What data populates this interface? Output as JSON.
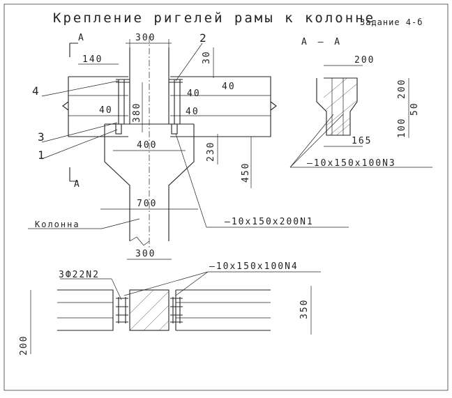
{
  "title": "Крепление ригелей рамы к колонне",
  "task": "Задание 4-б",
  "section_marker": "А",
  "section_title": "А – А",
  "main_view": {
    "dims": {
      "top_col": "300",
      "d140": "140",
      "d30": "30",
      "d40a": "40",
      "d40b": "40",
      "d40c": "40",
      "d40d": "40",
      "d380": "380",
      "d400": "400",
      "d230": "230",
      "d450": "450",
      "d700": "700",
      "bottom_col": "300"
    },
    "callouts": [
      "4",
      "3",
      "1",
      "2"
    ],
    "column_label": "Колонна",
    "plate_n1": "–10x150x200N1"
  },
  "section_view": {
    "dims": {
      "w200": "200",
      "h200": "200",
      "h50": "50",
      "h100": "100",
      "w165": "165"
    },
    "plate_n3": "–10x150x100N3"
  },
  "plan_view": {
    "rebar": "3Ф22N2",
    "plate_n4": "–10x150x100N4",
    "d350": "350",
    "d200": "200"
  }
}
